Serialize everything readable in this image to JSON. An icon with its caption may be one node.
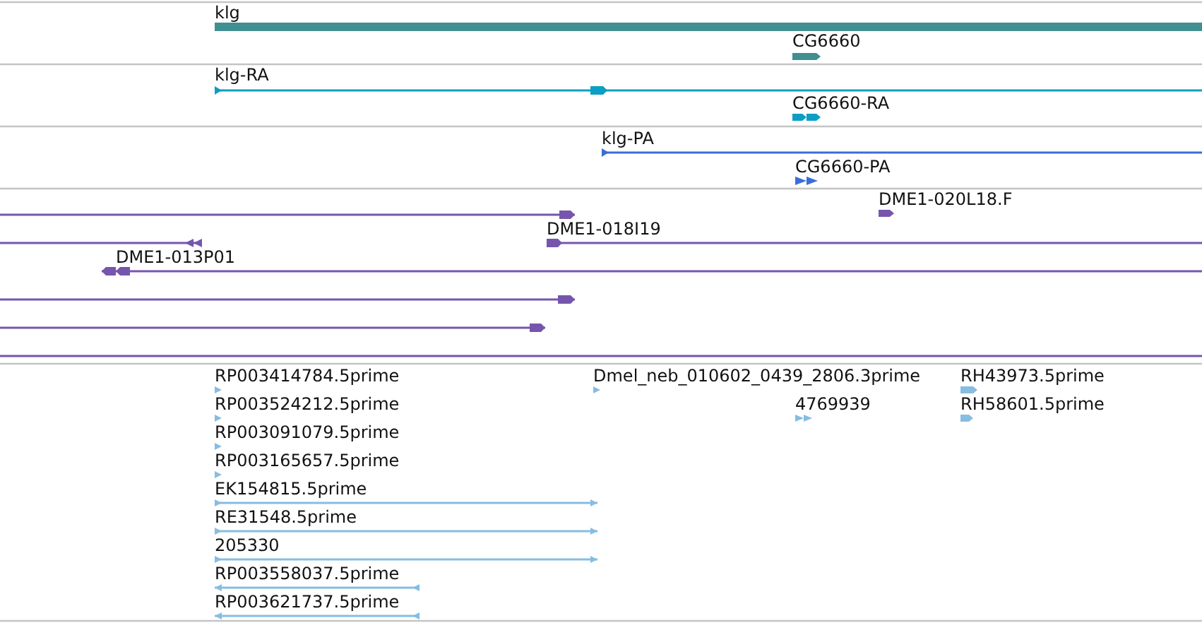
{
  "diagram": {
    "labels": [
      "klg",
      "CG6660",
      "klg-RA",
      "CG6660-RA",
      "klg-PA",
      "CG6660-PA",
      "DME1-020L18.F",
      "DME1-018I19",
      "DME1-013P01",
      "RP003414784.5prime",
      "Dmel_neb_010602_0439_2806.3prime",
      "RH43973.5prime",
      "RP003524212.5prime",
      "4769939",
      "RH58601.5prime",
      "RP003091079.5prime",
      "RP003165657.5prime",
      "EK154815.5prime",
      "RE31548.5prime",
      "205330",
      "RP003558037.5prime",
      "RP003621737.5prime"
    ]
  }
}
